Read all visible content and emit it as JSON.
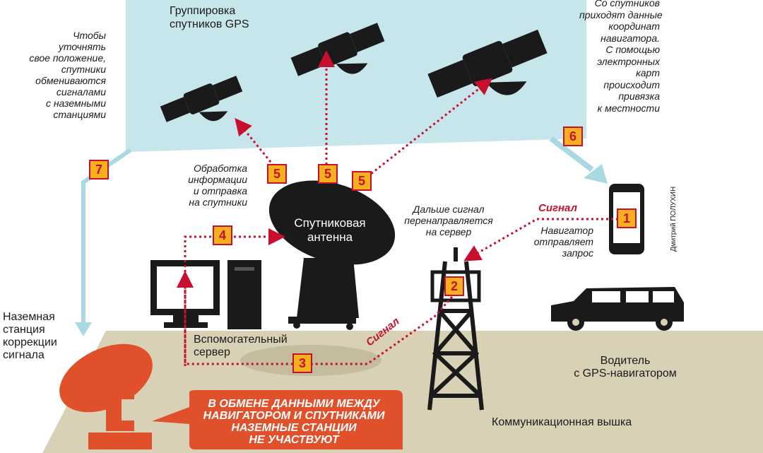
{
  "satellite_group": {
    "title": "Группировка\nспутников GPS"
  },
  "left_note": "Чтобы\nуточнять\nсвое положение,\nспутники\nобмениваются\nсигналами\nс наземными\nстанциями",
  "right_note": "Со спутников\nприходят данные\nкоординат\nнавигатора.\nС помощью\nэлектронных\nкарт\nпроисходит\nпривязка\nк местности",
  "processing_note": "Обработка\nинформации\nи отправка\nна спутники",
  "antenna_label": "Спутниковая\nантенна",
  "relay_note": "Дальше сигнал\nперенаправляется\nна сервер",
  "signal_label": "Сигнал",
  "navigator_note": "Навигатор\nотправляет\nзапрос",
  "author_credit": "Дмитрий ПОЛУХИН",
  "ground_station_label": "Наземная\nстанция\nкоррекции\nсигнала",
  "server_label": "Вспомогательный\nсервер",
  "driver_label": "Водитель\nс GPS-навигатором",
  "tower_label": "Коммуникационная вышка",
  "callout": "В ОБМЕНЕ ДАННЫМИ МЕЖДУ\nНАВИГАТОРОМ И СПУТНИКАМИ\nНАЗЕМНЫЕ СТАНЦИИ\nНЕ УЧАСТВУЮТ",
  "steps": [
    "1",
    "2",
    "3",
    "4",
    "5",
    "5",
    "5",
    "6",
    "7"
  ],
  "colors": {
    "sky": "#c7e6ec",
    "ground": "#d8d1b5",
    "accent": "#c8102e",
    "badge": "#f4b01e",
    "callout": "#e0502a",
    "arrow": "#a9d9e3"
  }
}
